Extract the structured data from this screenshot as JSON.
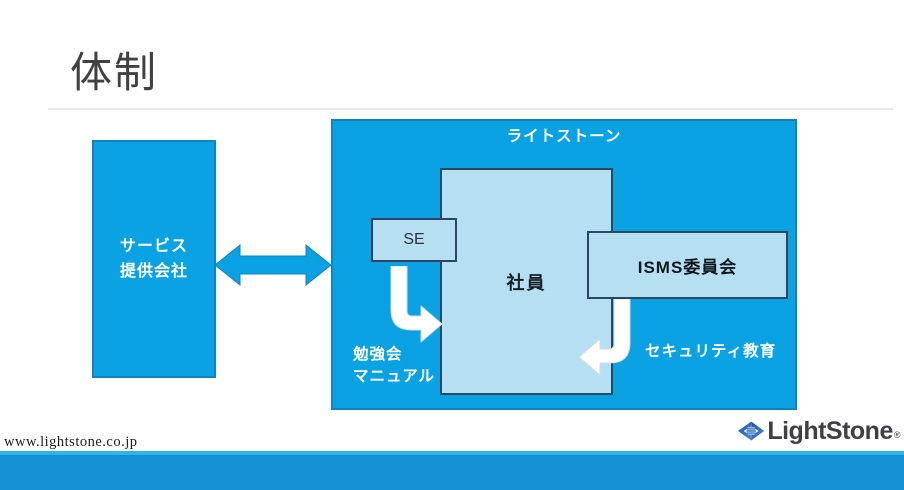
{
  "slide": {
    "title": "体制",
    "footer_url": "www.lightstone.co.jp"
  },
  "diagram": {
    "service_box": {
      "line1": "サービス",
      "line2": "提供会社"
    },
    "lightstone_box": {
      "label": "ライトストーン"
    },
    "employee_box": {
      "label": "社員"
    },
    "se_box": {
      "label": "SE"
    },
    "isms_box": {
      "label": "ISMS委員会"
    },
    "study_label": {
      "line1": "勉強会",
      "line2": "マニュアル"
    },
    "security_label": "セキュリティ教育"
  },
  "logo": {
    "text": "LightStone",
    "registered_mark": "®",
    "icon": "lightstone-eye-icon"
  },
  "colors": {
    "primary_blue": "#0aa2e2",
    "primary_blue_border": "#0d84c4",
    "light_blue": "#b6e0f2",
    "light_blue_border": "#2a4660",
    "arrow_white": "#ffffff",
    "arrow_outline": "#cfdde8",
    "footer_bar_blue": "#1390d3",
    "footer_bar_accent": "#2db5e6",
    "logo_blue_dark": "#1e4f9c",
    "logo_blue_light": "#4a90d9",
    "title_gray": "#414141"
  }
}
